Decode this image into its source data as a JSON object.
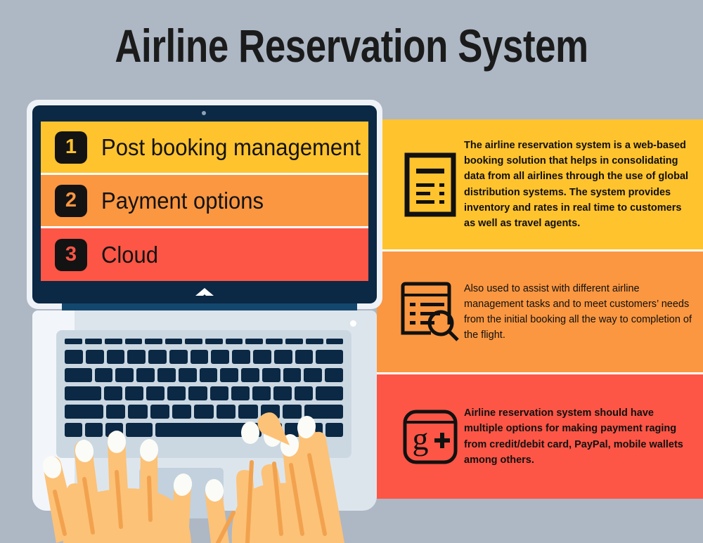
{
  "title": "Airline Reservation System",
  "colors": {
    "background": "#AEB7C4",
    "amber": "#FFC32E",
    "orange": "#FB9741",
    "red": "#FD5646",
    "navy": "#0B2844",
    "text_dark": "#131313",
    "laptop_body": "#DDE5EC",
    "skin": "#FCC278"
  },
  "screen": {
    "rows": [
      {
        "number": "1",
        "label": "Post booking management",
        "color": "#FFC32E"
      },
      {
        "number": "2",
        "label": "Payment options",
        "color": "#FB9741"
      },
      {
        "number": "3",
        "label": "Cloud",
        "color": "#FD5646"
      }
    ]
  },
  "panels": [
    {
      "icon": "document-lines-icon",
      "color": "#FFC32E",
      "text": "The airline reservation system is a web-based booking solution that helps in consolidating data from all airlines through the use of global distribution systems. The system provides inventory and rates in real time to customers as well as travel agents."
    },
    {
      "icon": "list-search-icon",
      "color": "#FB9741",
      "text": "Also used to assist with different airline management tasks and to meet customers’ needs from the initial booking all the way to completion of the flight."
    },
    {
      "icon": "google-plus-icon",
      "color": "#FD5646",
      "text": "Airline reservation system should have multiple options for making payment raging from credit/debit card, PayPal, mobile wallets among others."
    }
  ],
  "google_plus": {
    "letter": "g",
    "plus": "+"
  },
  "laptop": {
    "webcam": "webcam-dot",
    "logo": "chevron-up-logo"
  }
}
